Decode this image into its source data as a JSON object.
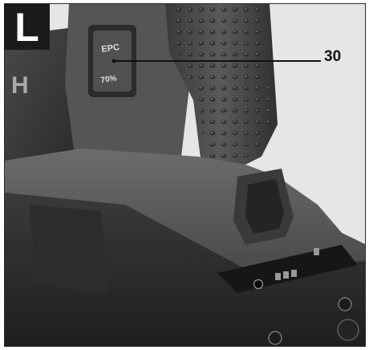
{
  "figure": {
    "panel_label": "L",
    "callout_number": "30",
    "embossed_text": {
      "brand_fragment": "H",
      "sticker_top": "EPC",
      "sticker_bottom": "70%"
    }
  }
}
